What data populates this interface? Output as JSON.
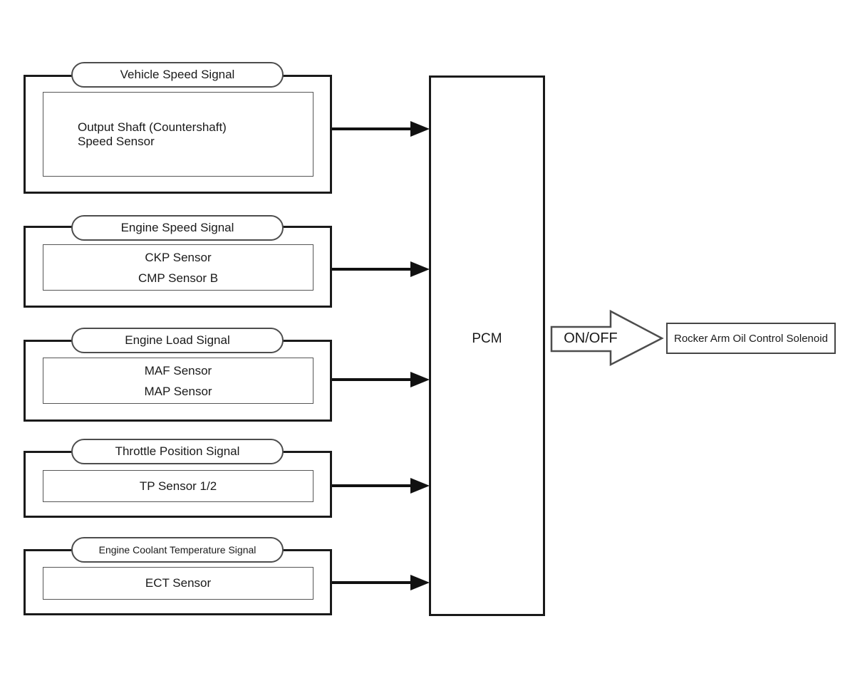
{
  "diagram": {
    "kind": "pcm-input-output-flow",
    "inputs": [
      {
        "signal": "Vehicle Speed Signal",
        "lines": [
          "Output Shaft (Countershaft)",
          "Speed Sensor"
        ]
      },
      {
        "signal": "Engine Speed Signal",
        "lines": [
          "CKP Sensor",
          "CMP Sensor B"
        ]
      },
      {
        "signal": "Engine Load Signal",
        "lines": [
          "MAF Sensor",
          "MAP Sensor"
        ]
      },
      {
        "signal": "Throttle Position Signal",
        "lines": [
          "TP Sensor 1/2"
        ]
      },
      {
        "signal": "Engine Coolant Temperature Signal",
        "lines": [
          "ECT Sensor"
        ]
      }
    ],
    "pcm": {
      "label": "PCM"
    },
    "output": {
      "arrow_label": "ON/OFF",
      "device": "Rocker Arm Oil Control Solenoid"
    },
    "colors": {
      "ink": "#1a1a1a",
      "line_gray": "#4d4d4d",
      "background": "#ffffff"
    }
  }
}
